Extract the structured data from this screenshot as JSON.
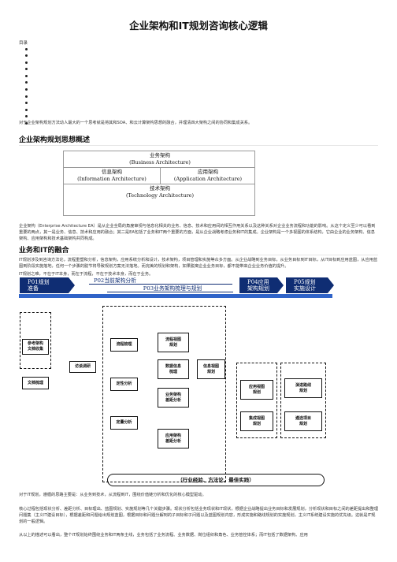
{
  "title": "企业架构和IT规划咨询核心逻辑",
  "toc": {
    "label": "目录",
    "item_count": 12
  },
  "intro": "对于企业架构规划方法幼人最大的一个思考就是将其和SOA、和云计算架构思想的融合，并理清四大架构之间的协同和集成关系。",
  "section1": {
    "heading": "企业架构规划思想概述",
    "figure": {
      "business_cn": "业务架构",
      "business_en": "(Business Architecture)",
      "info_cn": "信息架构",
      "info_en": "(Information Architecture)",
      "app_cn": "应用架构",
      "app_en": "(Application Architecture)",
      "tech_cn": "技术架构",
      "tech_en": "(Technology Architecture)"
    },
    "body": "企业架构（Enterprise Architecture EA）是从企业全局的角度审视与信息化相关的业务、信息、技术和应用间的相互作用关系以及这种关系对企业业务流程和功能的影响。从这个定义至少可以看到重要的两点，其一是业务、信息、技术和应用的融合；其二是EA包括了业务和IT两个重要的方面，是从企业战略考虑业务和IT的集成。企业架构是一个多视图的体系结构，它由企业的业务架构、信息架构、应用架构和技术基础架构共同构成。"
  },
  "section2": {
    "heading": "业务和IT的融合",
    "body1": "IT规划涉及到咨询方法论，流程重塑和分析，信息架构，应用系统分析和设计，技术架构，项目管理和实施等众多方面。从企业战略到业务目标，从业务目标到IT目标，从IT目标到应用蓝图，从应用蓝图到阶段实施落地，任何一个步骤的脱节将导致规划方案无法落地。而完美的规划和架构，如果脱离企业业务目标，都不能带来企业业务价值的提升。",
    "body2": "IT规划之难，不在于IT本身，而在于流程，不在于技术本身，而在于业务。",
    "diagram": {
      "p01": "P01规划",
      "p01b": "准备",
      "p02": "P02当前架构分析",
      "p03": "P03业务架构梳理与规划",
      "p04": "P04应用",
      "p04b": "架构规划",
      "p05": "P05规划",
      "p05b": "实施设计",
      "ref_docs": "参考架构\n文档收集",
      "doc_review": "文档梳理",
      "interview": "访谈调研",
      "process_review": "流程梳理",
      "qual_analysis": "定性分析",
      "quant_analysis": "定量分析",
      "process_blueprint": "流程视图\n规划",
      "data_info": "数据信息\n梳理",
      "biz_gap": "业务架构\n差距分析",
      "app_gap": "应用架构\n差距分析",
      "info_blueprint": "信息视图\n规划",
      "app_blueprint": "应用视图\n规划",
      "integration_blueprint": "集成视图\n规划",
      "roadmap": "演进路线\n规划",
      "project_plan": "遴选项目\n规划",
      "foot": "（行业经验、方法论、最佳实践）"
    },
    "after1": "对于IT规划，遵循的思路主要是：从业务到技术，从流程到IT，围绕价值链分析和优化的核心模型驱动。",
    "after2": "核心过程包括现状分析、差距分析、目标理出、蓝图规划、实施规划等几个关键步骤。现状分析包括业务现状和IT现状，根据企业战略提出业务目标和发展规划，分析现状和目标之间的差距提出和整理问题集（主义IT建设目标），根据差距和问题给出规划蓝图，根据目标和问题分解到的子目标和子问题以及蓝图规划内容，形成实施和路线规划的实施规划，主义IT系统建设实施的优先级。这就是IT规划的一般逻辑。",
    "after3": "从以上的描述可以看出，整个IT规划始终围绕业务和IT两条主线，业务包括了业务流程、业务数据、岗位组织和角色、业务管控体系；而IT包括了数据架构、应用"
  }
}
